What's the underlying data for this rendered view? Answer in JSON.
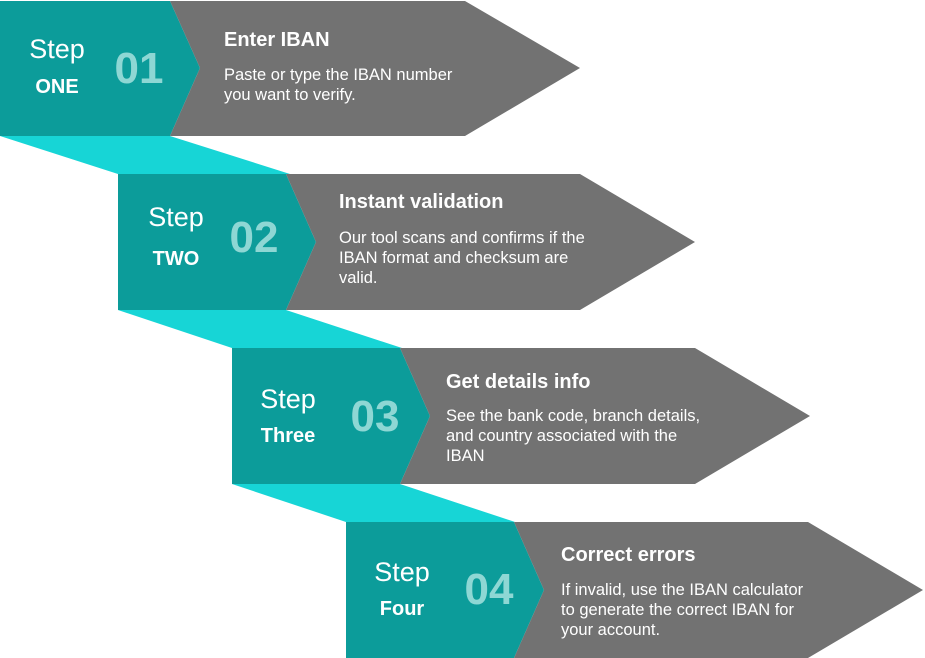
{
  "colors": {
    "teal_dark": "#0c9c9a",
    "teal_light": "#17d5d6",
    "gray": "#727272",
    "number": "#8ed7d4"
  },
  "steps": [
    {
      "word": "Step",
      "name": "ONE",
      "number": "01",
      "title": "Enter IBAN",
      "desc": [
        "Paste or type the IBAN number",
        "you want to verify."
      ]
    },
    {
      "word": "Step",
      "name": "TWO",
      "number": "02",
      "title": "Instant validation",
      "desc": [
        "Our tool scans and confirms if the",
        "IBAN format and checksum are",
        "valid."
      ]
    },
    {
      "word": "Step",
      "name": "Three",
      "number": "03",
      "title": "Get details info",
      "desc": [
        "See the bank code, branch details,",
        "and country associated with the",
        "IBAN"
      ]
    },
    {
      "word": "Step",
      "name": "Four",
      "number": "04",
      "title": "Correct errors",
      "desc": [
        "If invalid, use the IBAN calculator",
        "to generate the correct IBAN for",
        "your account."
      ]
    }
  ]
}
